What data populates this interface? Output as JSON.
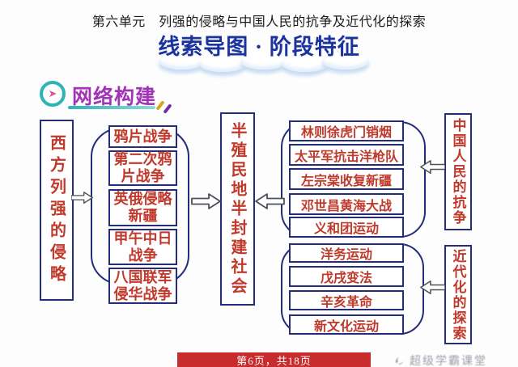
{
  "header": {
    "unit_line": "第六单元　列强的侵略与中国人民的抗争及近代化的探索",
    "main_title": "线索导图 · 阶段特征"
  },
  "section": {
    "label": "网络构建"
  },
  "diagram": {
    "left_category": "西方列强的侵略",
    "center_node": "半殖民地半封建社会",
    "invasion_events": [
      "鸦片战争",
      "第二次鸦片战争",
      "英俄侵略新疆",
      "甲午中日战争",
      "八国联军侵华战争"
    ],
    "resistance_events": [
      "林则徐虎门销烟",
      "太平军抗击洋枪队",
      "左宗棠收复新疆",
      "邓世昌黄海大战",
      "义和团运动"
    ],
    "modernization_events": [
      "洋务运动",
      "戊戌变法",
      "辛亥革命",
      "新文化运动"
    ],
    "resistance_category": "中国人民的抗争",
    "modernization_category": "近代化的探索"
  },
  "footer": {
    "page_indicator": "第6页，共18页",
    "watermark": "超级学霸课堂"
  },
  "colors": {
    "box_border": "#232d7a",
    "box_text_red": "#c0392b",
    "title_blue": "#1c339e",
    "section_purple": "#a233b7",
    "section_teal": "#2eb4b6",
    "page_bar_red": "#c92c2c"
  }
}
